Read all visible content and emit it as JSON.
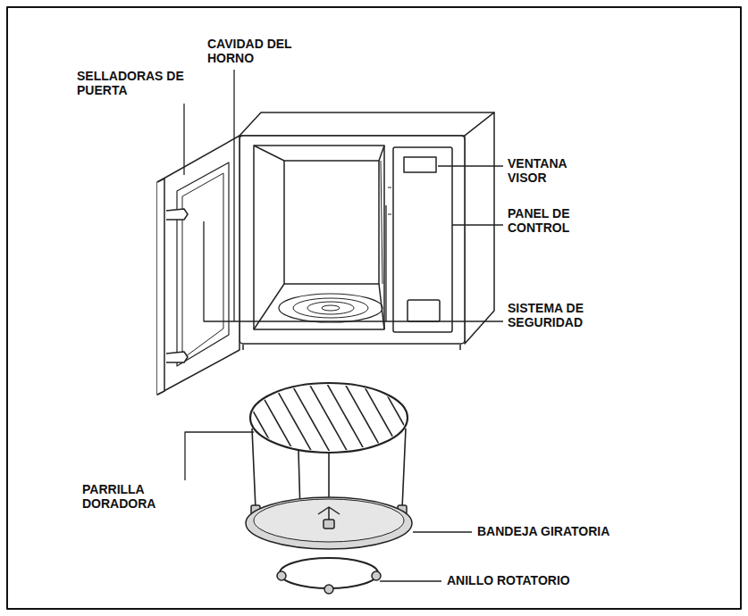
{
  "diagram": {
    "labels": [
      "CAVIDAD DEL HORNO",
      "SELLADORAS DE PUERTA",
      "VENTANA VISOR",
      "PANEL DE CONTROL",
      "SISTEMA DE SEGURIDAD",
      "PARRILLA DORADORA",
      "BANDEJA GIRATORIA",
      "ANILLO ROTATORIO"
    ]
  }
}
